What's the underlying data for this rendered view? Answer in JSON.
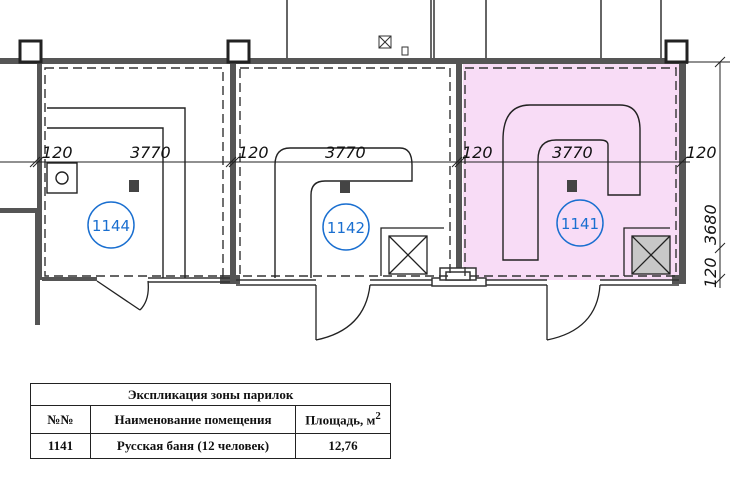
{
  "plan": {
    "rooms": [
      {
        "number": "1144"
      },
      {
        "number": "1142"
      },
      {
        "number": "1141",
        "highlight": "#f8dcf6"
      }
    ],
    "dimensions": {
      "wall": "120",
      "room_width": "3770",
      "room_depth": "3680"
    },
    "colors": {
      "highlight": "#f8dcf6",
      "room_label": "#1a6fd0",
      "wall": "#555555"
    }
  },
  "table": {
    "title": "Экспликация зоны парилок",
    "headers": [
      "№№",
      "Наименование помещения",
      "Площадь, м",
      "2"
    ],
    "rows": [
      {
        "number": "1141",
        "name": "Русская баня (12 человек)",
        "area": "12,76"
      }
    ]
  }
}
